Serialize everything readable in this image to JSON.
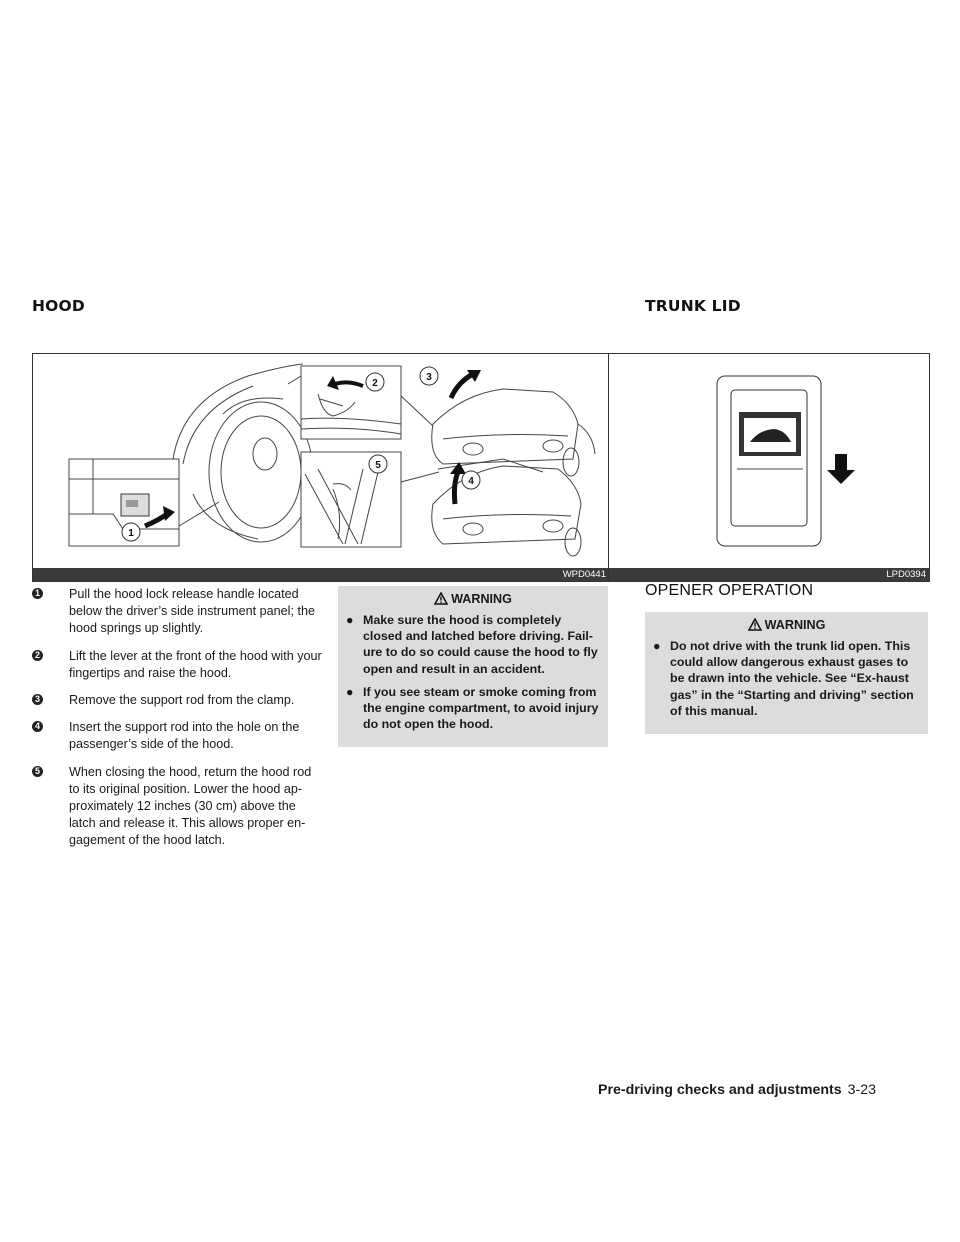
{
  "sections": {
    "hood_title": "HOOD",
    "trunk_title": "TRUNK LID"
  },
  "figures": {
    "hood_code": "WPD0441",
    "trunk_code": "LPD0394",
    "callouts": [
      "1",
      "2",
      "3",
      "4",
      "5"
    ]
  },
  "hood_steps": [
    {
      "num": "1",
      "text": "Pull the hood lock release handle located below the driver’s side instrument panel; the hood springs up slightly."
    },
    {
      "num": "2",
      "text": "Lift the lever at the front of the hood with your fingertips and raise the hood."
    },
    {
      "num": "3",
      "text": "Remove the support rod from the clamp."
    },
    {
      "num": "4",
      "text": "Insert the support rod into the hole on the passenger’s side of the hood."
    },
    {
      "num": "5",
      "text": "When closing the hood, return the hood rod to its original position. Lower the hood ap-proximately 12 inches (30 cm) above the latch and release it. This allows proper en-gagement of the hood latch."
    }
  ],
  "hood_warning": {
    "heading": "WARNING",
    "bullet": "●",
    "items": [
      "Make sure the hood is completely closed and latched before driving. Fail-ure to do so could cause the hood to fly open and result in an accident.",
      "If you see steam or smoke coming from the engine compartment, to avoid injury do not open the hood."
    ]
  },
  "trunk": {
    "subheading": "OPENER OPERATION",
    "warning": {
      "heading": "WARNING",
      "bullet": "●",
      "items": [
        "Do not drive with the trunk lid open. This could allow dangerous exhaust gases to be drawn into the vehicle. See “Ex-haust gas” in the “Starting and driving” section of this manual."
      ]
    }
  },
  "footer": {
    "section": "Pre-driving checks and adjustments",
    "page": "3-23"
  },
  "colors": {
    "warning_bg": "#dcdcdc",
    "code_bar": "#3b3b3b"
  }
}
